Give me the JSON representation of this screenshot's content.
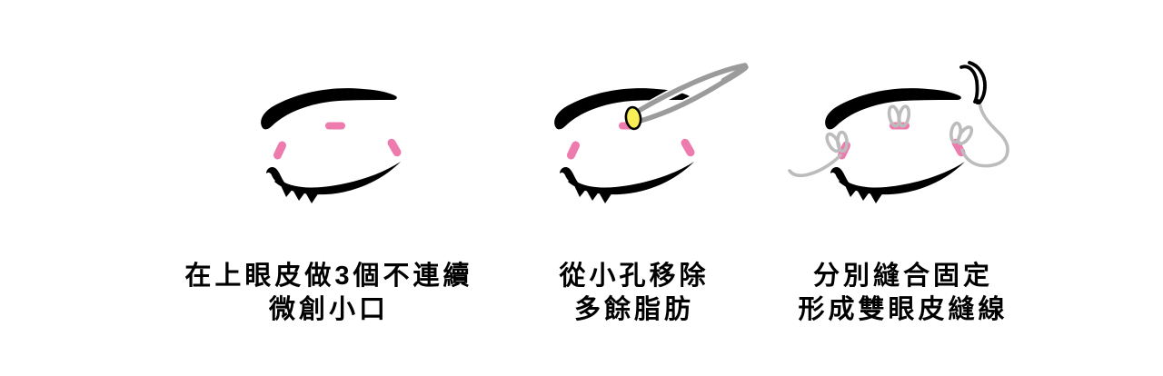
{
  "title": "double-eyelid-procedure-steps",
  "colors": {
    "ink": "#000000",
    "incision_pink": "#ee7bad",
    "tool_gray": "#9b9b9b",
    "thread_gray": "#bcbcbc",
    "fat_yellow": "#f9ee55",
    "background": "#ffffff"
  },
  "steps": [
    {
      "id": 1,
      "illustration": "closed-eye-with-three-pink-incision-marks",
      "caption_line1": "在上眼皮做3個不連續",
      "caption_line2": "微創小口"
    },
    {
      "id": 2,
      "illustration": "tweezers-removing-yellow-fat-through-small-hole",
      "caption_line1": "從小孔移除",
      "caption_line2": "多餘脂肪"
    },
    {
      "id": 3,
      "illustration": "needle-and-thread-forming-three-suture-knots",
      "caption_line1": "分別縫合固定",
      "caption_line2": "形成雙眼皮縫線"
    }
  ]
}
